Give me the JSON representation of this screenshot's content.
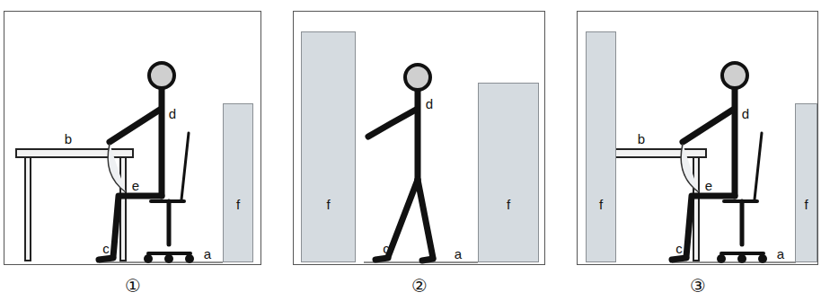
{
  "diagram": {
    "nodes": [
      {
        "text": [
          "f"
        ]
      },
      {
        "text": [
          "f"
        ]
      },
      {
        "text": [
          "f"
        ]
      },
      {
        "text": [
          "f"
        ]
      },
      {
        "text": [
          "f"
        ]
      }
    ],
    "labels": [
      "b",
      "d",
      "e",
      "c",
      "a",
      "d",
      "c",
      "a",
      "b",
      "d",
      "e",
      "c",
      "a",
      "①",
      "②",
      "③"
    ]
  }
}
